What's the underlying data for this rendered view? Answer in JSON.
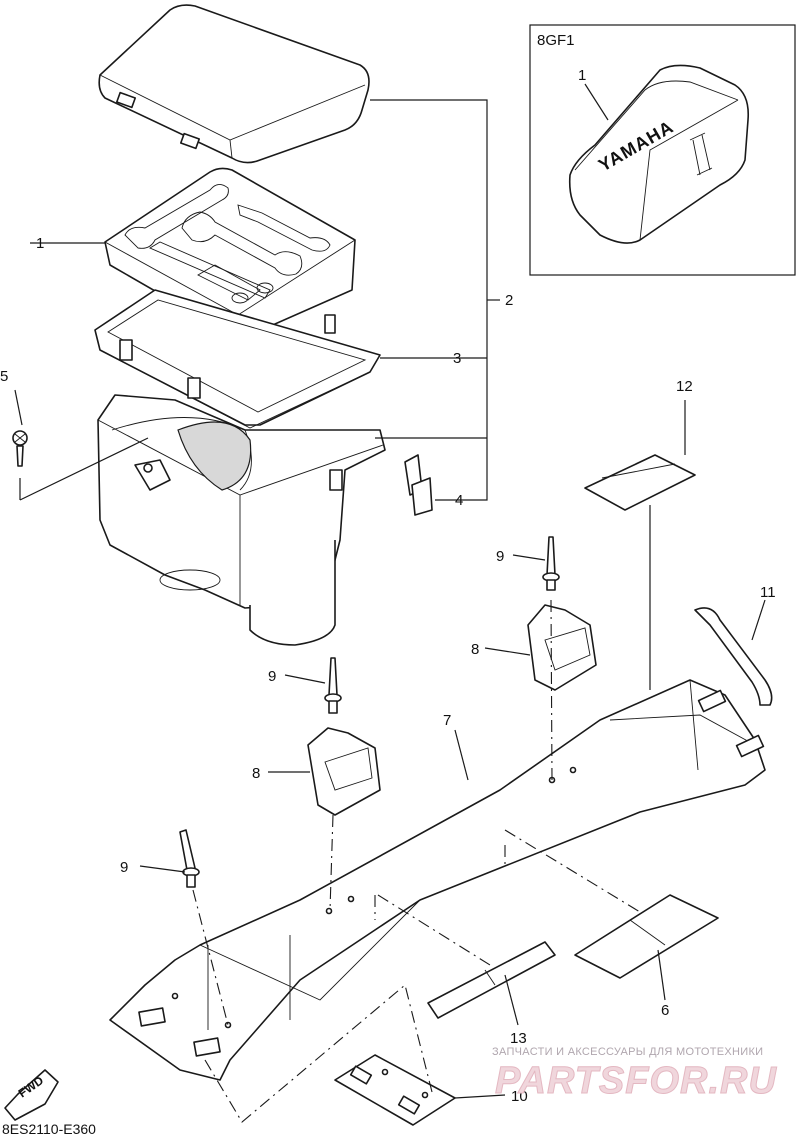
{
  "diagram_code": "8ES2110-E360",
  "inset": {
    "title": "8GF1",
    "callout": "1",
    "brand": "YAMAHA"
  },
  "callouts": {
    "c1": "1",
    "c2": "2",
    "c3": "3",
    "c4": "4",
    "c5": "5",
    "c6": "6",
    "c7": "7",
    "c8a": "8",
    "c8b": "8",
    "c9a": "9",
    "c9b": "9",
    "c9c": "9",
    "c10": "10",
    "c11": "11",
    "c12": "12",
    "c13": "13"
  },
  "fwd_label": "FWD",
  "watermark": {
    "tagline": "ЗАПЧАСТИ И АКСЕССУАРЫ ДЛЯ МОТОТЕХНИКИ",
    "site": "PARTSFOR.RU"
  }
}
